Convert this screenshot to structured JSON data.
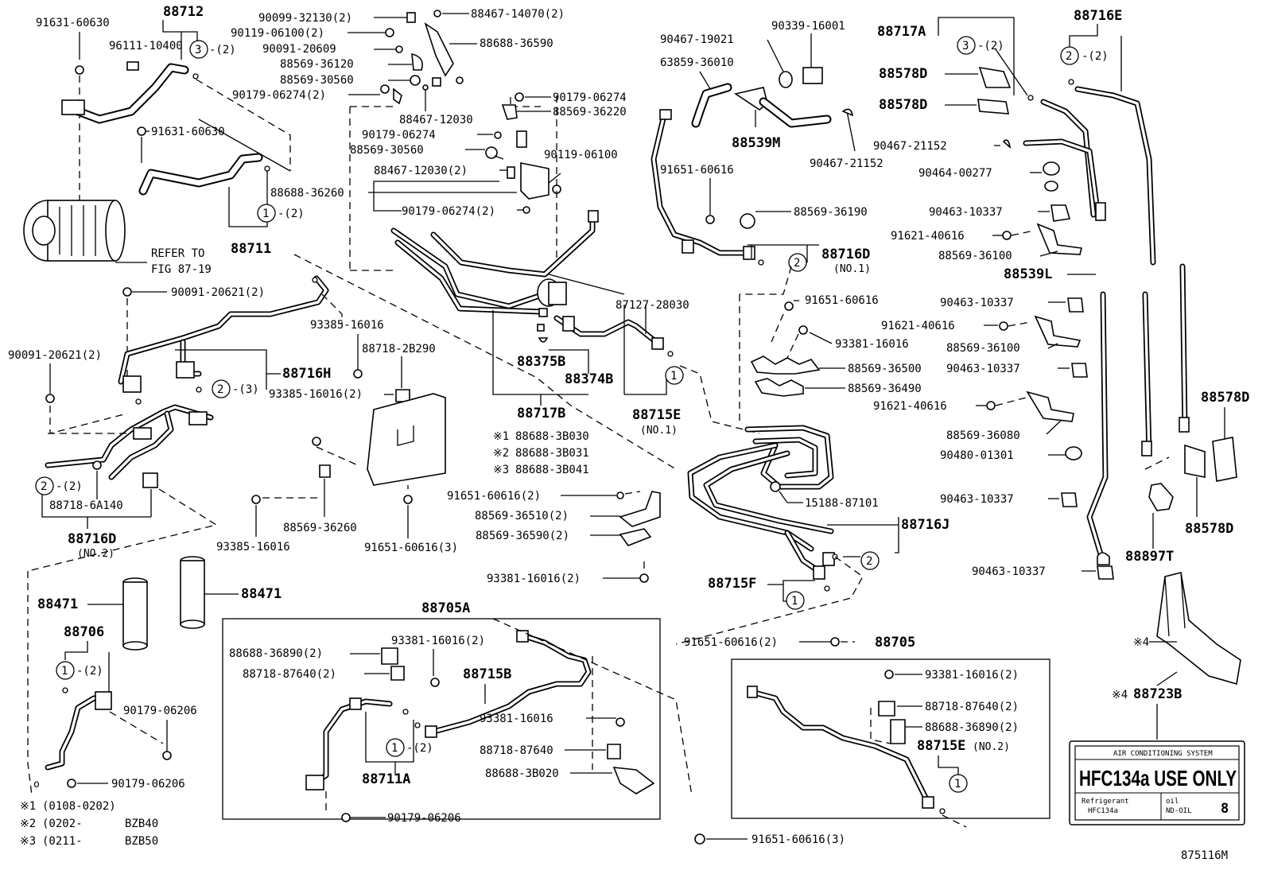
{
  "figure_code": "875116M",
  "labels": {
    "p88712": "88712",
    "p91631_60630_a": "91631-60630",
    "p96111_10400": "96111-10400",
    "p91631_60630_b": "91631-60630",
    "p88711": "88711",
    "refer_to": "REFER TO",
    "fig_ref": "FIG 87-19",
    "p90099_32130": "90099-32130(2)",
    "p88467_14070": "88467-14070(2)",
    "p90119_06100_2": "90119-06100(2)",
    "p88688_36590": "88688-36590",
    "p90091_20609": "90091-20609",
    "p88569_36120": "88569-36120",
    "p88569_30560_a": "88569-30560",
    "p90179_06274_2a": "90179-06274(2)",
    "p88467_12030_a": "88467-12030",
    "p90179_06274_a": "90179-06274",
    "p88569_36220": "88569-36220",
    "p90179_06274_b": "90179-06274",
    "p88569_30560_b": "88569-30560",
    "p90119_06100": "90119-06100",
    "p88467_12030_2": "88467-12030(2)",
    "p88688_36260": "88688-36260",
    "p90179_06274_2b": "90179-06274(2)",
    "p90467_19021": "90467-19021",
    "p90339_16001": "90339-16001",
    "p63859_36010": "63859-36010",
    "p88539M": "88539M",
    "p90467_21152_a": "90467-21152",
    "p91651_60616_a": "91651-60616",
    "p88569_36190": "88569-36190",
    "p88716D_1": "88716D",
    "no1_a": "(NO.1)",
    "p88717A": "88717A",
    "p88578D_a": "88578D",
    "p88578D_b": "88578D",
    "p88716E": "88716E",
    "p90467_21152_b": "90467-21152",
    "p90464_00277": "90464-00277",
    "p90463_10337_a": "90463-10337",
    "p91621_40616_a": "91621-40616",
    "p88569_36100_a": "88569-36100",
    "p88539L": "88539L",
    "p90091_20621_2a": "90091-20621(2)",
    "p90091_20621_2b": "90091-20621(2)",
    "p88716H": "88716H",
    "p93385_16016_a": "93385-16016",
    "p88718_2B290": "88718-2B290",
    "p93385_16016_2": "93385-16016(2)",
    "p88375B": "88375B",
    "p88374B": "88374B",
    "p87127_28030": "87127-28030",
    "p88717B": "88717B",
    "p88715E_1": "88715E",
    "no1_b": "(NO.1)",
    "p91651_60616_b": "91651-60616",
    "p90463_10337_b": "90463-10337",
    "p91621_40616_b": "91621-40616",
    "p93381_16016_a": "93381-16016",
    "p88569_36100_b": "88569-36100",
    "p88569_36500": "88569-36500",
    "p90463_10337_c": "90463-10337",
    "p88569_36490": "88569-36490",
    "p91621_40616_c": "91621-40616",
    "p88569_36080": "88569-36080",
    "p90480_01301": "90480-01301",
    "p88578D_c": "88578D",
    "p88578D_d": "88578D",
    "p88718_6A140": "88718-6A140",
    "p88716D_2": "88716D",
    "no2_a": "(NO.2)",
    "mark1": "※1",
    "mark2": "※2",
    "mark3": "※3",
    "p88688_3B030": "88688-3B030",
    "p88688_3B031": "88688-3B031",
    "p88688_3B041": "88688-3B041",
    "p15188_87101": "15188-87101",
    "p91651_60616_2a": "91651-60616(2)",
    "p88569_36510": "88569-36510(2)",
    "p88569_36590": "88569-36590(2)",
    "p88716J": "88716J",
    "p88569_36260": "88569-36260",
    "p93385_16016_b": "93385-16016",
    "p91651_60616_3a": "91651-60616(3)",
    "p90463_10337_d": "90463-10337",
    "p88897T": "88897T",
    "p90463_10337_e": "90463-10337",
    "p88715F": "88715F",
    "p88471_a": "88471",
    "p88471_b": "88471",
    "p88706": "88706",
    "p93381_16016_2a": "93381-16016(2)",
    "p88705A": "88705A",
    "p93381_16016_2b": "93381-16016(2)",
    "p88688_36890_a": "88688-36890(2)",
    "p88718_87640_a": "88718-87640(2)",
    "p88715B": "88715B",
    "p90179_06206_a": "90179-06206",
    "p93381_16016_b": "93381-16016",
    "p88718_87640_b": "88718-87640",
    "p88688_3B020": "88688-3B020",
    "p88711A": "88711A",
    "p90179_06206_b": "90179-06206",
    "p90179_06206_c": "90179-06206",
    "p91651_60616_2b": "91651-60616(2)",
    "p88705": "88705",
    "p93381_16016_2c": "93381-16016(2)",
    "p88718_87640_2c": "88718-87640(2)",
    "p88688_36890_2c": "88688-36890(2)",
    "p88715E_2": "88715E",
    "no2_b": "(NO.2)",
    "p91651_60616_3b": "91651-60616(3)",
    "mark4_a": "※4",
    "mark4_b": "※4",
    "p88723B": "88723B",
    "q2": "-(2)",
    "q3": "-(3)",
    "c1": "1",
    "c2": "2",
    "c3": "3"
  },
  "notes": [
    {
      "mark": "※1",
      "text": "(0108-0202)"
    },
    {
      "mark": "※2",
      "text": "(0202-"
    },
    {
      "mark": "※3",
      "text": "(0211-"
    }
  ],
  "note_suffix": [
    "BZB40",
    "BZB50"
  ],
  "warning_label": {
    "header": "AIR CONDITIONING SYSTEM",
    "main": "HFC134a USE ONLY",
    "refrigerant_label": "Refrigerant",
    "refrigerant_value": "HFC134a",
    "oil_label": "oil",
    "oil_value": "ND-OIL",
    "oil_number": "8"
  }
}
